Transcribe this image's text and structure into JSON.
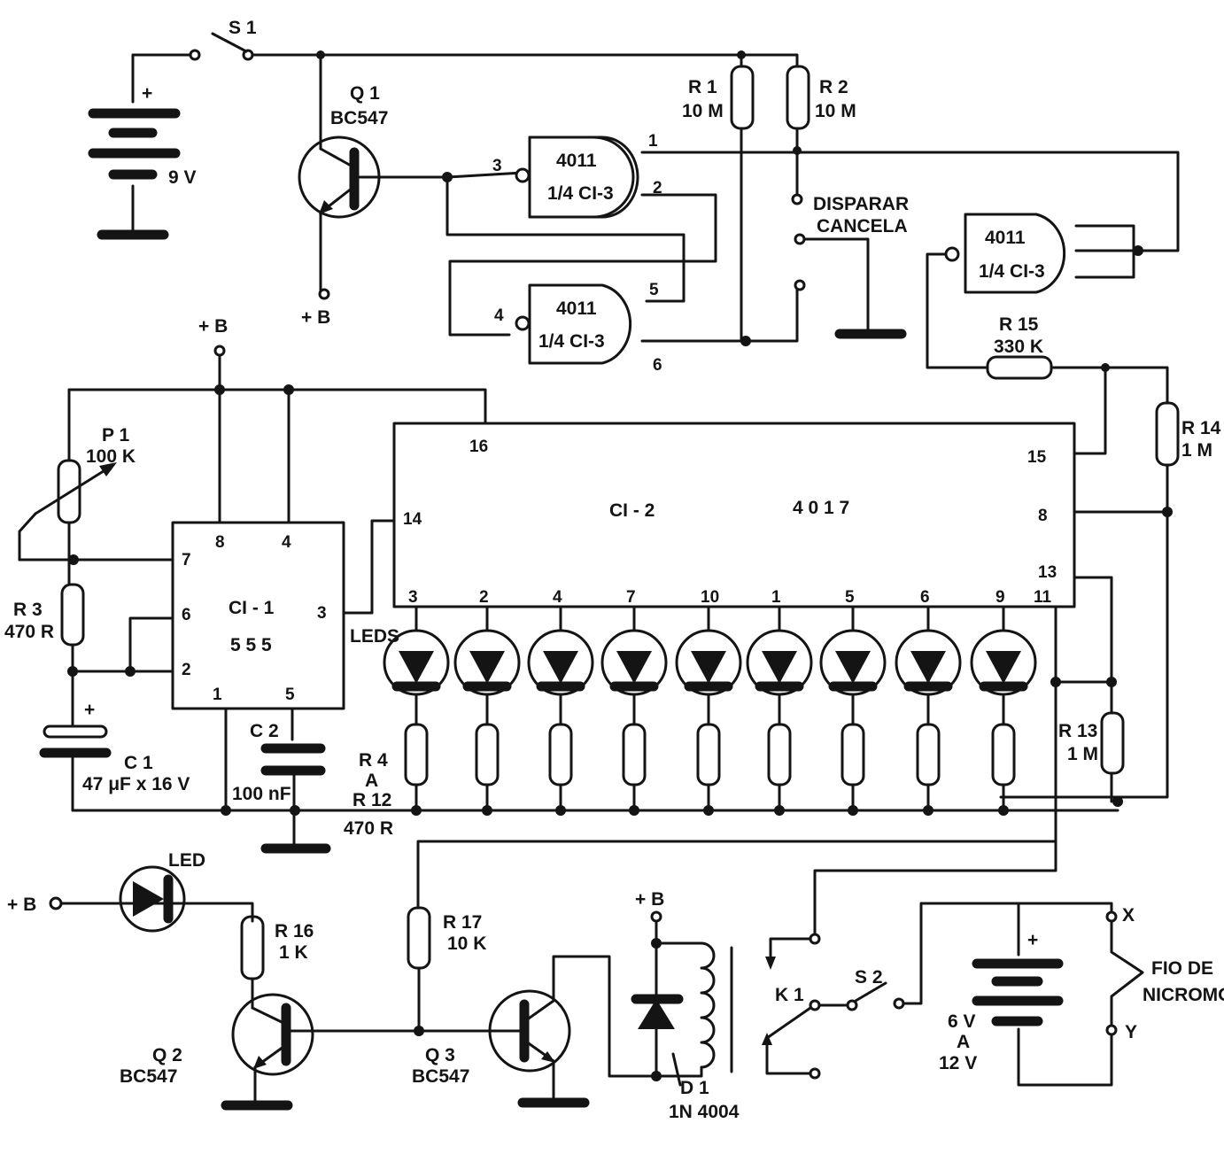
{
  "battery1": {
    "plus": "+",
    "voltage": "9 V"
  },
  "s1": "S 1",
  "q1": {
    "name": "Q 1",
    "type": "BC547",
    "collector_supply": "+ B"
  },
  "r1": {
    "name": "R 1",
    "value": "10 M"
  },
  "r2": {
    "name": "R 2",
    "value": "10 M"
  },
  "gate_a": {
    "chip": "4011",
    "part": "1/4 CI-3",
    "pins": [
      "3",
      "2",
      "1"
    ]
  },
  "gate_b": {
    "chip": "4011",
    "part": "1/4 CI-3",
    "pins": [
      "4",
      "5",
      "6"
    ]
  },
  "gate_c": {
    "chip": "4011",
    "part": "1/4 CI-3"
  },
  "trigger": {
    "line1": "DISPARAR",
    "line2": "CANCELA"
  },
  "r15": {
    "name": "R 15",
    "value": "330 K"
  },
  "r14": {
    "name": "R 14",
    "value": "1 M"
  },
  "r13": {
    "name": "R 13",
    "value": "1 M"
  },
  "supply_b": "+ B",
  "p1": {
    "name": "P 1",
    "value": "100 K"
  },
  "r3": {
    "name": "R 3",
    "value": "470 R"
  },
  "ci1": {
    "name": "CI - 1",
    "chip": "5 5 5",
    "pins": [
      "8",
      "4",
      "7",
      "6",
      "2",
      "3",
      "1",
      "5"
    ]
  },
  "c1": {
    "plus": "+",
    "name": "C 1",
    "value": "47 μF x 16 V"
  },
  "c2": {
    "name": "C 2",
    "value": "100 nF"
  },
  "ci2": {
    "name": "CI - 2",
    "chip": "4 0 1 7",
    "pins": [
      "16",
      "14",
      "15",
      "8",
      "13",
      "11"
    ]
  },
  "led_pins": [
    "3",
    "2",
    "4",
    "7",
    "10",
    "1",
    "5",
    "6",
    "9"
  ],
  "leds_label": "LEDS",
  "r4_r12": {
    "line1": "R 4",
    "line2": "A",
    "line3": "R 12",
    "value": "470 R"
  },
  "led_ind": "LED",
  "plus_b": "+ B",
  "r16": {
    "name": "R 16",
    "value": "1 K"
  },
  "q2": {
    "name": "Q 2",
    "type": "BC547"
  },
  "r17": {
    "name": "R 17",
    "value": "10 K"
  },
  "q3": {
    "name": "Q 3",
    "type": "BC547"
  },
  "relay_supply": "+ B",
  "d1": {
    "name": "D 1",
    "type": "1N 4004"
  },
  "k1": "K 1",
  "s2": "S 2",
  "battery2": {
    "plus": "+",
    "line1": "6 V",
    "line2": "A",
    "line3": "12 V"
  },
  "wire": {
    "x": "X",
    "y": "Y",
    "line1": "FIO DE",
    "line2": "NICROMO"
  }
}
